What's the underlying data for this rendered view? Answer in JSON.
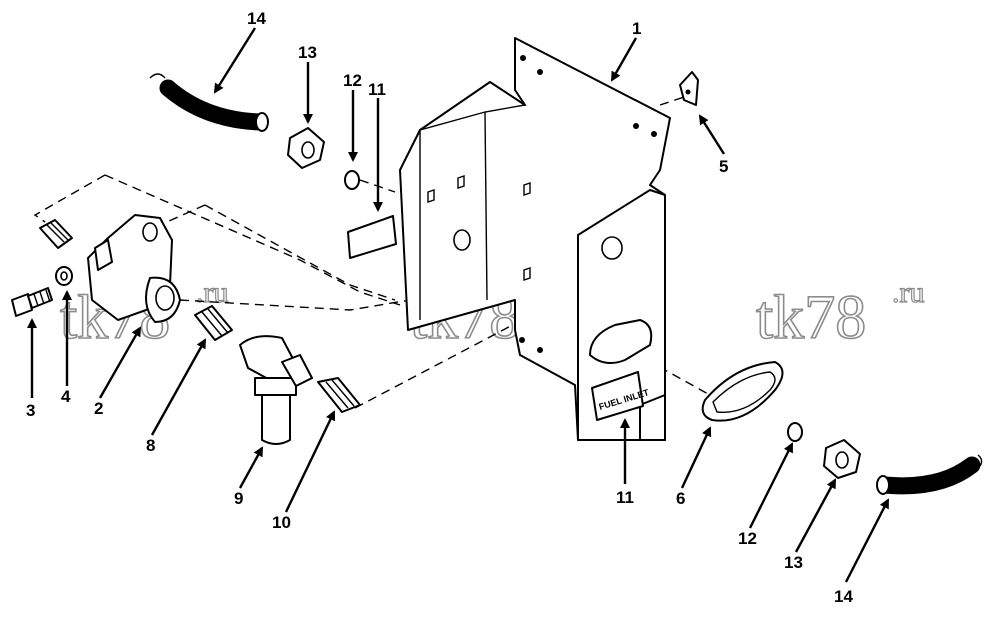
{
  "watermark": {
    "text": "tk78",
    "suffix": ".ru"
  },
  "plate_text": "FUEL INLET",
  "callouts": {
    "c1": "1",
    "c2": "2",
    "c3": "3",
    "c4": "4",
    "c5": "5",
    "c6": "6",
    "c8": "8",
    "c9": "9",
    "c10": "10",
    "c11a": "11",
    "c11b": "11",
    "c12a": "12",
    "c12b": "12",
    "c13a": "13",
    "c13b": "13",
    "c14a": "14",
    "c14b": "14"
  },
  "colors": {
    "line": "#000000",
    "background": "#ffffff",
    "watermark": "#8c8c8c"
  }
}
